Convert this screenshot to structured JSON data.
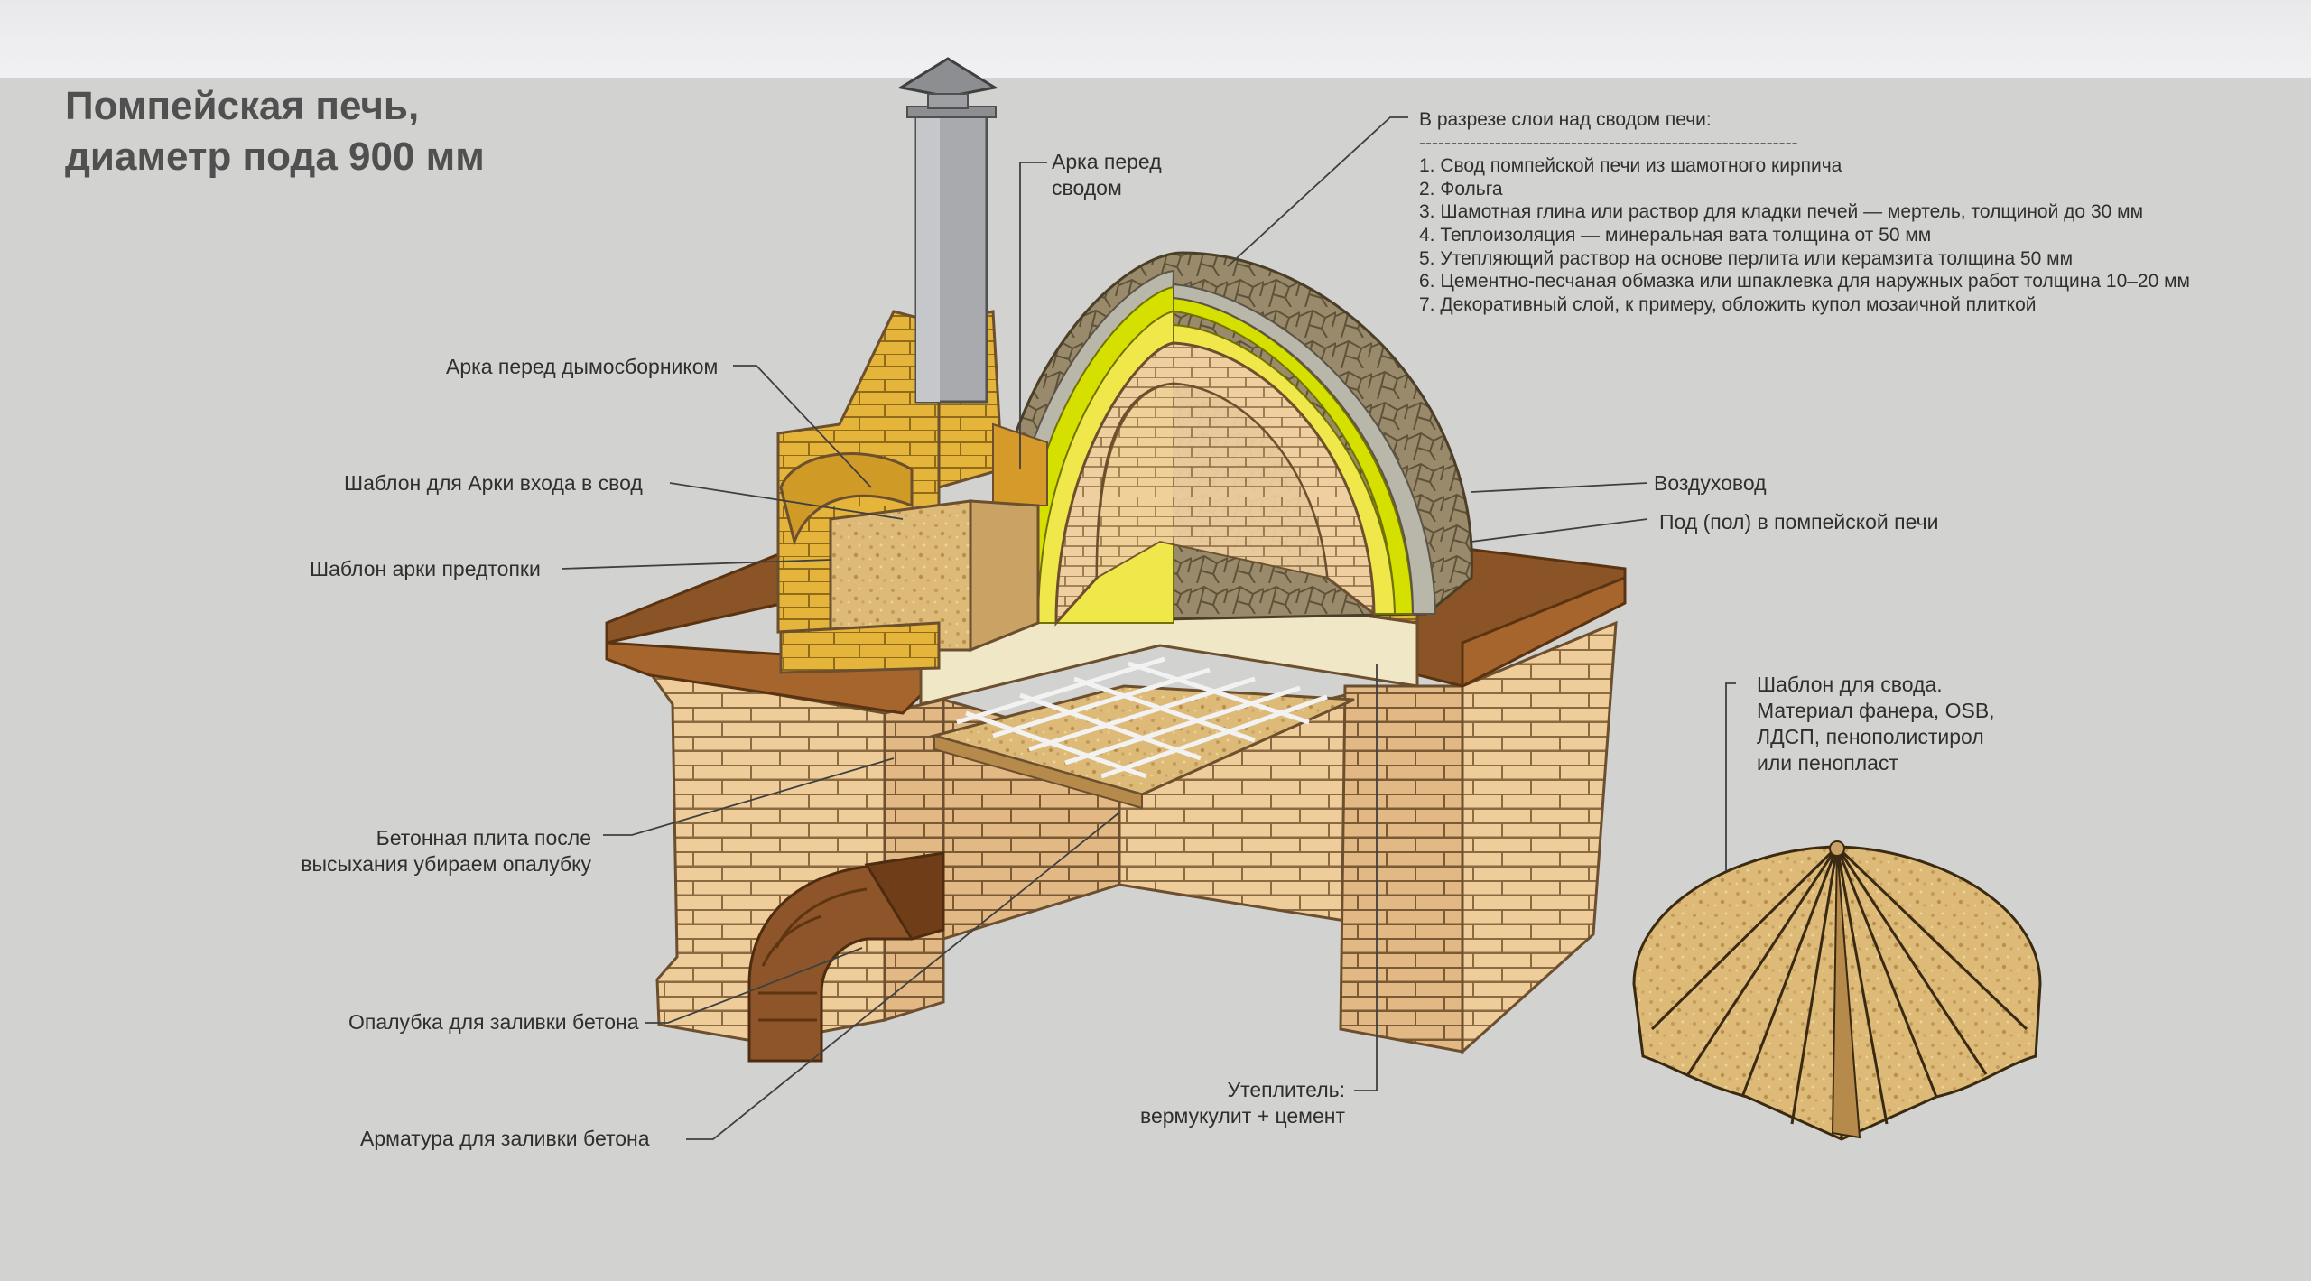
{
  "title": {
    "line1": "Помпейская печь,",
    "line2": "диаметр пода 900 мм"
  },
  "labels": {
    "arch_front_vault_1": "Арка перед",
    "arch_front_vault_2": "сводом",
    "arch_smoke_collector": "Арка перед дымосборником",
    "template_arch_entry": "Шаблон для Арки входа в свод",
    "template_arch_prefire": "Шаблон арки предтопки",
    "air_duct": "Воздуховод",
    "hearth_floor": "Под (пол) в помпейской печи",
    "concrete_slab_1": "Бетонная плита после",
    "concrete_slab_2": "высыхания убираем опалубку",
    "formwork": "Опалубка для заливки бетона",
    "rebar": "Арматура для заливки бетона",
    "insulation_1": "Утеплитель:",
    "insulation_2": "вермукулит + цемент",
    "dome_template_1": "Шаблон для свода.",
    "dome_template_2": "Материал фанера, OSB,",
    "dome_template_3": "ЛДСП, пенополистирол",
    "dome_template_4": "или пенопласт"
  },
  "layers": {
    "heading": "В разрезе слои над сводом печи:",
    "divider": "------------------------------------------------------------",
    "items": [
      "1. Свод помпейской печи из шамотного кирпича",
      "2. Фольга",
      "3. Шамотная глина или раствор для кладки печей — мертель, толщиной до 30 мм",
      "4. Теплоизоляция — минеральная вата толщина от 50 мм",
      "5. Утепляющий раствор на основе перлита или керамзита толщина 50 мм",
      "6. Цементно-песчаная обмазка или шпаклевка для наружных работ толщина 10–20 мм",
      "7. Декоративный слой, к примеру, обложить купол мозаичной плиткой"
    ]
  },
  "colors": {
    "background": "#d2d2d0",
    "brick_light": "#ecc994",
    "fire_brick": "#e0b236",
    "brown_cap": "#8a5426",
    "insulation_yellow": "#d6e000",
    "mosaic": "#9a8a6e",
    "osb": "#dcb977"
  }
}
